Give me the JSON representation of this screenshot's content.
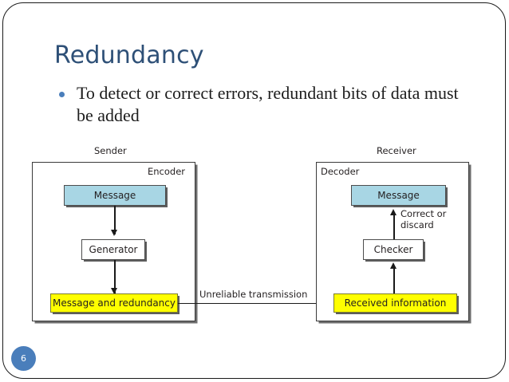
{
  "slide": {
    "title": "Redundancy",
    "page_number": "6",
    "accent_color": "#4a7ebb",
    "title_color": "#2e5077",
    "bullets": [
      "To detect or correct errors, redundant bits of data must be added"
    ]
  },
  "diagram": {
    "sender": {
      "caption": "Sender",
      "inner_label": "Encoder",
      "nodes": {
        "message": "Message",
        "generator": "Generator",
        "output": "Message and redundancy"
      }
    },
    "receiver": {
      "caption": "Receiver",
      "inner_label": "Decoder",
      "nodes": {
        "message": "Message",
        "checker": "Checker",
        "input": "Received information"
      }
    },
    "edges": {
      "transmission": "Unreliable transmission",
      "correct_or_discard_line1": "Correct or",
      "correct_or_discard_line2": "discard"
    },
    "colors": {
      "message_box": "#a8d6e4",
      "data_box": "#ffff00",
      "plain_box": "#ffffff",
      "stroke": "#1a1a1a"
    }
  }
}
